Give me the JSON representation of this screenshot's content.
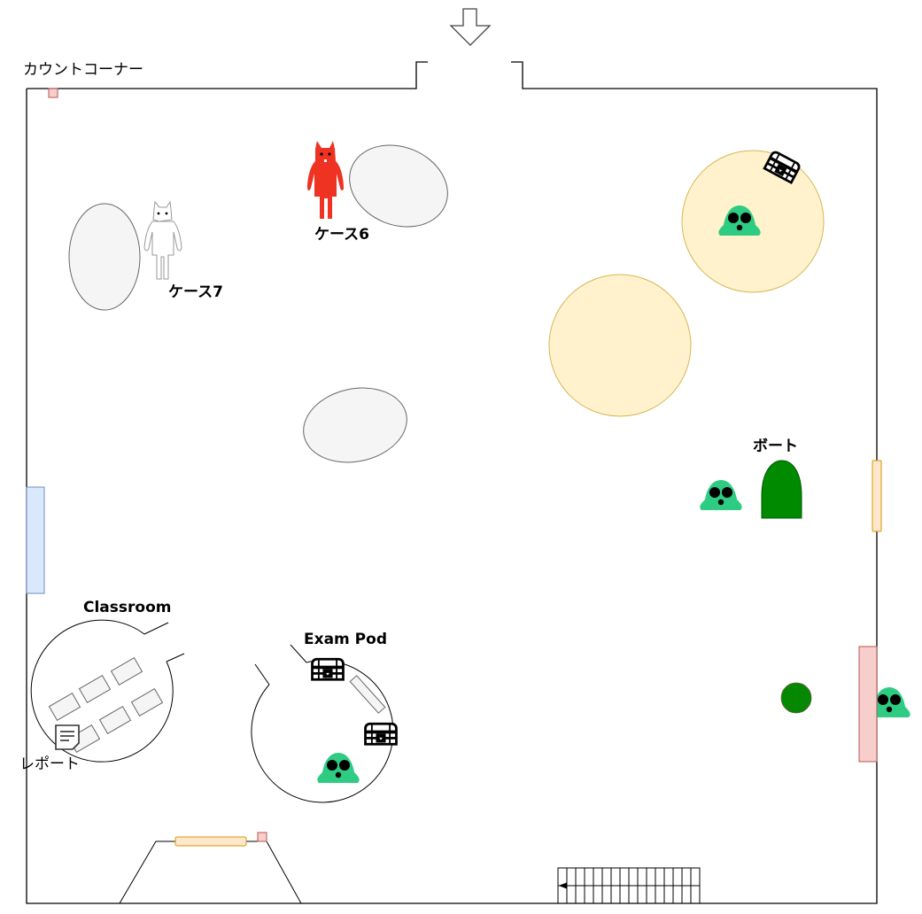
{
  "diagram": {
    "title_label": "カウントコーナー",
    "labels": {
      "case6": "ケース6",
      "case7": "ケース7",
      "boat": "ボート",
      "classroom": "Classroom",
      "exam_pod": "Exam Pod",
      "report": "レポート"
    },
    "entrance_arrow": "down-arrow",
    "colors": {
      "wall": "#000000",
      "ellipse_fill": "#f5f5f5",
      "ellipse_stroke": "#666666",
      "sand_fill": "#fff2cc",
      "sand_stroke": "#d6b656",
      "slime": "#2ecc83",
      "boat_green": "#008a00",
      "red_figure": "#ee3322",
      "pink_door_fill": "#f8cecc",
      "pink_door_stroke": "#b85450",
      "blue_door_fill": "#dae8fc",
      "blue_door_stroke": "#6c8ebf",
      "orange_door_fill": "#ffe6cc",
      "orange_door_stroke": "#d79b00"
    },
    "icons": [
      "treasure-chest-icon",
      "slime-icon",
      "cat-figure-icon",
      "report-note-icon",
      "stairs-icon",
      "boat-icon",
      "round-bush-icon"
    ]
  }
}
